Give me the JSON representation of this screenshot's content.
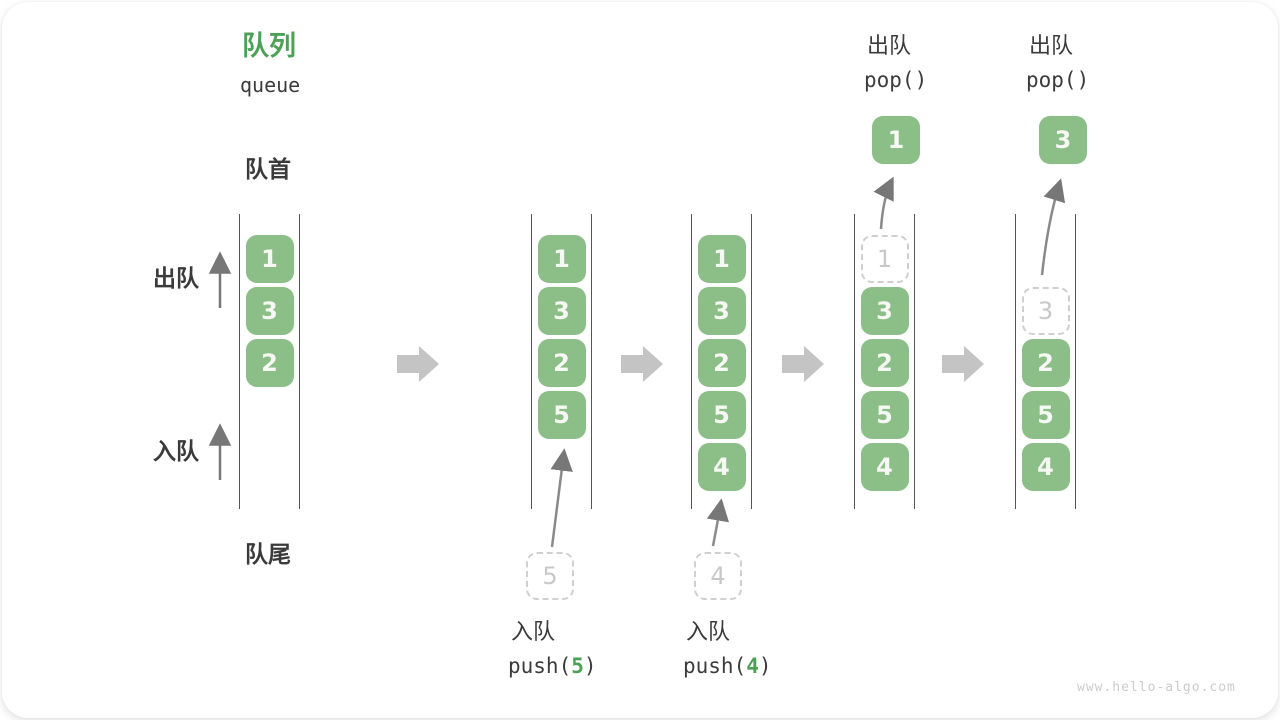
{
  "title": {
    "zh": "队列",
    "en": "queue"
  },
  "side_labels": {
    "front": "队首",
    "rear": "队尾",
    "dequeue": "出队",
    "enqueue": "入队"
  },
  "columns": [
    {
      "boxes": [
        {
          "slot": 0,
          "value": "1",
          "style": "solid"
        },
        {
          "slot": 1,
          "value": "3",
          "style": "solid"
        },
        {
          "slot": 2,
          "value": "2",
          "style": "solid"
        }
      ]
    },
    {
      "boxes": [
        {
          "slot": 0,
          "value": "1",
          "style": "solid"
        },
        {
          "slot": 1,
          "value": "3",
          "style": "solid"
        },
        {
          "slot": 2,
          "value": "2",
          "style": "solid"
        },
        {
          "slot": 3,
          "value": "5",
          "style": "solid"
        }
      ]
    },
    {
      "boxes": [
        {
          "slot": 0,
          "value": "1",
          "style": "solid"
        },
        {
          "slot": 1,
          "value": "3",
          "style": "solid"
        },
        {
          "slot": 2,
          "value": "2",
          "style": "solid"
        },
        {
          "slot": 3,
          "value": "5",
          "style": "solid"
        },
        {
          "slot": 4,
          "value": "4",
          "style": "solid"
        }
      ]
    },
    {
      "boxes": [
        {
          "slot": 0,
          "value": "1",
          "style": "dashed"
        },
        {
          "slot": 1,
          "value": "3",
          "style": "solid"
        },
        {
          "slot": 2,
          "value": "2",
          "style": "solid"
        },
        {
          "slot": 3,
          "value": "5",
          "style": "solid"
        },
        {
          "slot": 4,
          "value": "4",
          "style": "solid"
        }
      ]
    },
    {
      "boxes": [
        {
          "slot": 1,
          "value": "3",
          "style": "dashed"
        },
        {
          "slot": 2,
          "value": "2",
          "style": "solid"
        },
        {
          "slot": 3,
          "value": "5",
          "style": "solid"
        },
        {
          "slot": 4,
          "value": "4",
          "style": "solid"
        }
      ]
    }
  ],
  "enqueue_ops": [
    {
      "label": "入队",
      "code_prefix": "push(",
      "code_arg": "5",
      "code_suffix": ")",
      "pending_value": "5"
    },
    {
      "label": "入队",
      "code_prefix": "push(",
      "code_arg": "4",
      "code_suffix": ")",
      "pending_value": "4"
    }
  ],
  "dequeue_ops": [
    {
      "label": "出队",
      "code": "pop()",
      "popped_value": "1"
    },
    {
      "label": "出队",
      "code": "pop()",
      "popped_value": "3"
    }
  ],
  "watermark": "www.hello-algo.com",
  "colors": {
    "box_green": "#8CBE87",
    "accent_green": "#4DA156",
    "text_dark": "#3B3B3B",
    "muted_gray": "#C8C8C8",
    "block_arrow_gray": "#C4C4C4",
    "column_line": "#555555",
    "thin_arrow_gray": "#777777"
  }
}
